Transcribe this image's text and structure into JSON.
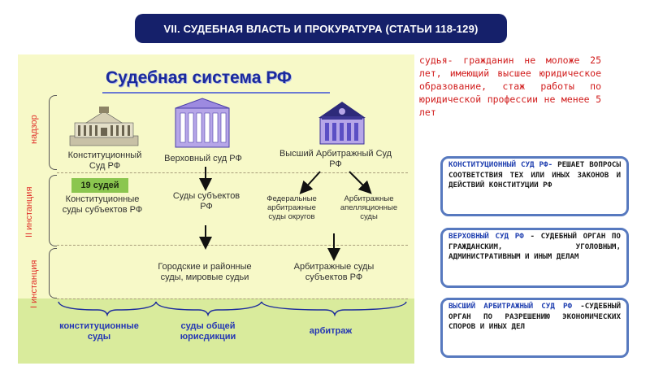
{
  "slide_title": "VII. СУДЕБНАЯ ВЛАСТЬ И ПРОКУРАТУРА (СТАТЬИ 118-129)",
  "diagram": {
    "title": "Судебная система РФ",
    "levels": {
      "nadzor": "надзор",
      "ii_instance": "II инстанция",
      "i_instance": "I инстанция"
    },
    "courts": {
      "constitutional": "Конституционный Суд РФ",
      "supreme": "Верховный суд РФ",
      "arbitration_supreme": "Высший Арбитражный Суд РФ",
      "judges_badge": "19 судей",
      "constitutional_subjects": "Конституционные суды субъектов РФ",
      "courts_subjects": "Суды субъектов РФ",
      "federal_arbitration": "Федеральные арбитражные суды округов",
      "appeal_arbitration": "Арбитражные апелляционные суды",
      "city_district": "Городские и районные суды, мировые судьи",
      "arbitration_subjects": "Арбитражные суды субъектов РФ"
    },
    "bottom": {
      "constitutional": "конституционные суды",
      "general": "суды общей юрисдикции",
      "arbitration": "арбитраж"
    }
  },
  "judge_definition": "судья- гражданин не моложе 25 лет, имеющий высшее юридическое образование, стаж работы по юридической профессии не менее 5 лет",
  "info_boxes": [
    {
      "heading": "КОНСТИТУЦИОННЫЙ СУД РФ-",
      "body": "РЕШАЕТ ВОПРОСЫ СООТВЕТСТВИЯ ТЕХ ИЛИ ИНЫХ ЗАКОНОВ И ДЕЙСТВИЙ КОНСТИТУЦИИ РФ"
    },
    {
      "heading": "ВЕРХОВНЫЙ СУД РФ",
      "body": "- СУДЕБНЫЙ ОРГАН ПО ГРАЖДАНСКИМ, УГОЛОВНЫМ, АДМИНИСТРАТИВНЫМ И ИНЫМ ДЕЛАМ"
    },
    {
      "heading": "ВЫСШИЙ АРБИТРАЖНЫЙ СУД РФ",
      "body": " -СУДЕБНЫЙ ОРГАН ПО РАЗРЕШЕНИЮ ЭКОНОМИЧЕСКИХ СПОРОВ И ИНЫХ ДЕЛ"
    }
  ]
}
